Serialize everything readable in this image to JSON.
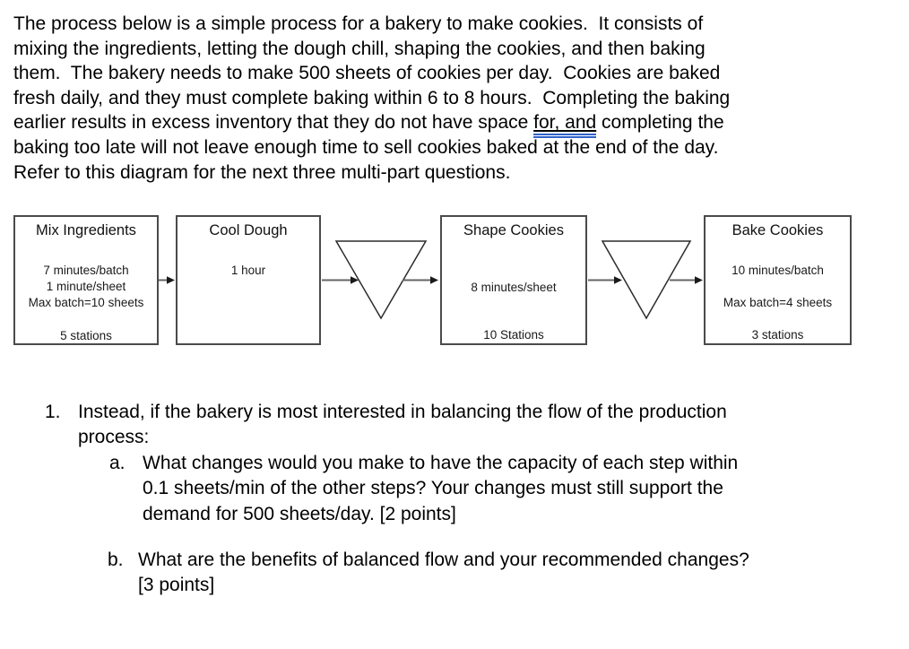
{
  "intro": {
    "line1": "The process below is a simple process for a bakery to make cookies.  It consists of",
    "line2": "mixing the ingredients, letting the dough chill, shaping the cookies, and then baking",
    "line3": "them.  The bakery needs to make 500 sheets of cookies per day.  Cookies are baked",
    "line4": "fresh daily, and they must complete baking within 6 to 8 hours.  Completing the baking",
    "line5_before": "earlier results in excess inventory that they do not have space ",
    "line5_flag": "for, and",
    "line5_after": " completing the",
    "line6": "baking too late will not leave enough time to sell cookies baked at the end of the day.",
    "line7": "Refer to this diagram for the next three multi-part questions."
  },
  "diagram": {
    "boxes": [
      {
        "title": "Mix Ingredients",
        "line1": "7 minutes/batch",
        "line2": "1 minute/sheet",
        "line3": "Max batch=10 sheets",
        "stations": "5 stations"
      },
      {
        "title": "Cool Dough",
        "line1": "1 hour"
      },
      {
        "title": "Shape Cookies",
        "line1": "8 minutes/sheet",
        "stations": "10 Stations"
      },
      {
        "title": "Bake Cookies",
        "line1": "10 minutes/batch",
        "line2": "Max batch=4 sheets",
        "stations": "3 stations"
      }
    ],
    "inventory_symbol": "inverted-triangle (inventory buffer)",
    "flow": "Mix Ingredients -> Cool Dough -> inventory -> Shape Cookies -> inventory -> Bake Cookies"
  },
  "questions": {
    "q1_number": "1.",
    "q1_line1": "Instead, if the bakery is most interested in balancing the flow of the production",
    "q1_line2": "process:",
    "a_label": "a.",
    "a_line1": "What changes would you make to have the capacity of each step within",
    "a_line2": "0.1 sheets/min of the other steps? Your changes must still support the",
    "a_line3": "demand for 500 sheets/day. [2 points]",
    "b_label": "b.",
    "b_line1": "What are the benefits of balanced flow and your recommended changes?",
    "b_line2": "[3 points]"
  },
  "colors": {
    "text": "#000000",
    "grammar_underline": "#2E62C9",
    "box_border": "#4A4A4A",
    "arrow_line": "#666666",
    "arrow_head": "#1a1a1a",
    "background": "#ffffff"
  }
}
